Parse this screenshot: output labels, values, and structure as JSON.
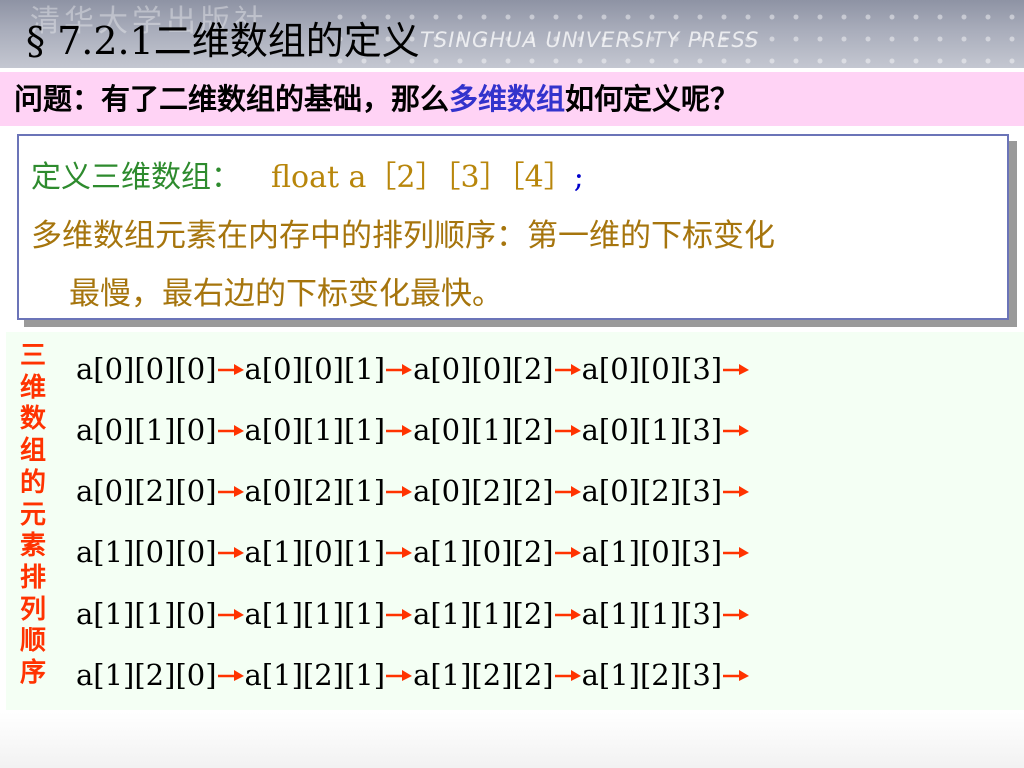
{
  "header": {
    "title": "§ 7.2.1二维数组的定义",
    "watermark_cn": "清华大学出版社",
    "watermark_en": "TSINGHUA UNIVERSITY PRESS"
  },
  "question": {
    "prefix": "问题：有了二维数组的基础，那么",
    "highlight": "多维数组",
    "suffix": "如何定义呢？"
  },
  "definition": {
    "label": "定义三维数组：",
    "code": "float a［2］［3］［4］",
    "semicolon": ";",
    "line2": "多维数组元素在内存中的排列顺序：第一维的下标变化",
    "line3": "最慢，最右边的下标变化最快。"
  },
  "side_label": [
    "三",
    "维",
    "数",
    "组",
    "的",
    "元",
    "素",
    "排",
    "列",
    "顺",
    "序"
  ],
  "rows": [
    [
      "a[0][0][0]",
      "a[0][0][1]",
      "a[0][0][2]",
      "a[0][0][3]"
    ],
    [
      "a[0][1][0]",
      "a[0][1][1]",
      "a[0][1][2]",
      "a[0][1][3]"
    ],
    [
      "a[0][2][0]",
      "a[0][2][1]",
      "a[0][2][2]",
      "a[0][2][3]"
    ],
    [
      "a[1][0][0]",
      "a[1][0][1]",
      "a[1][0][2]",
      "a[1][0][3]"
    ],
    [
      "a[1][1][0]",
      "a[1][1][1]",
      "a[1][1][2]",
      "a[1][1][3]"
    ],
    [
      "a[1][2][0]",
      "a[1][2][1]",
      "a[1][2][2]",
      "a[1][2][3]"
    ]
  ],
  "colors": {
    "arrow": "#ff3300",
    "highlight": "#3333cc",
    "question_bg": "#ffd3f5",
    "side_label": "#ff3300"
  }
}
